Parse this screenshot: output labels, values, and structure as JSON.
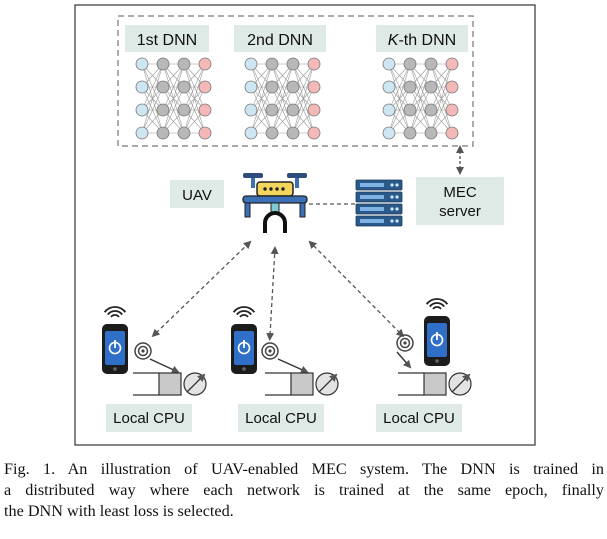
{
  "dnn_labels": [
    {
      "prefix": "",
      "italic": "",
      "text": "1st DNN"
    },
    {
      "prefix": "",
      "italic": "",
      "text": "2nd DNN"
    },
    {
      "prefix": "",
      "italic": "K",
      "text": "-th DNN"
    }
  ],
  "uav_label": "UAV",
  "mec_server_label": {
    "line1": "MEC",
    "line2": "server"
  },
  "local_cpu_labels": [
    "Local CPU",
    "Local CPU",
    "Local CPU"
  ],
  "caption": {
    "line1": "Fig. 1.  An illustration of UAV-enabled MEC system. The DNN is trained in",
    "line2": "a distributed way where each network is trained at the same epoch, finally",
    "line3": "the DNN with least loss is selected."
  },
  "colors": {
    "label_bg": "#dfe9e5",
    "node_input": "#cde6f2",
    "node_hidden": "#b8b8b8",
    "node_output": "#f4b9b6",
    "phone_screen": "#2f6fc7",
    "uav_body": "#f2d55c",
    "uav_arms": "#3b6fb6",
    "server": "#2a5a8a"
  },
  "icons": [
    "neural-network-icon",
    "uav-drone-icon",
    "server-rack-icon",
    "smartphone-icon",
    "wireless-signal-icon",
    "cpu-icon"
  ]
}
